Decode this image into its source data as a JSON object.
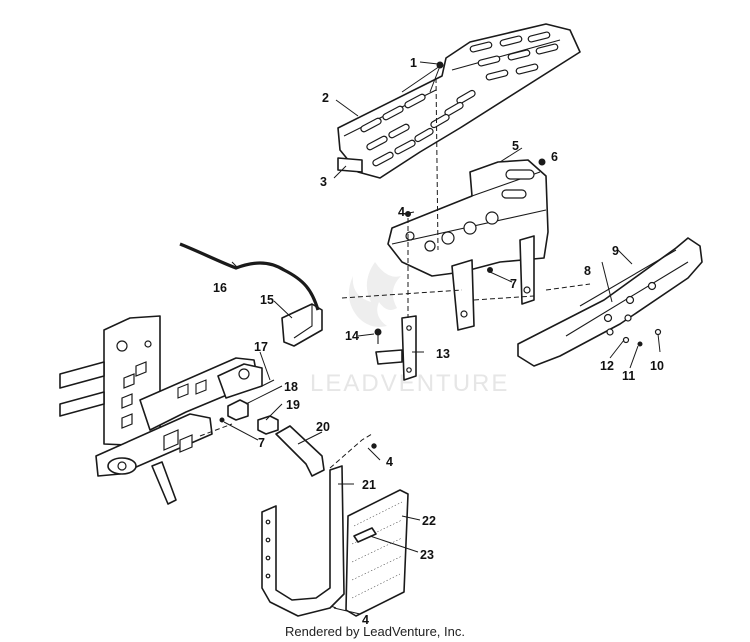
{
  "diagram": {
    "callouts": {
      "c1": "1",
      "c2": "2",
      "c3": "3",
      "c4a": "4",
      "c4b": "4",
      "c4c": "4",
      "c5": "5",
      "c6": "6",
      "c7a": "7",
      "c7b": "7",
      "c8": "8",
      "c9": "9",
      "c10": "10",
      "c11": "11",
      "c12": "12",
      "c13": "13",
      "c14": "14",
      "c15": "15",
      "c16": "16",
      "c17": "17",
      "c18": "18",
      "c19": "19",
      "c20": "20",
      "c21": "21",
      "c22": "22",
      "c23": "23"
    },
    "watermark": "LEADVENTURE"
  },
  "footer": {
    "text": "Rendered by LeadVenture, Inc."
  },
  "colors": {
    "line": "#1a1a1a",
    "watermark": "#e6e6e6",
    "background": "#ffffff"
  }
}
